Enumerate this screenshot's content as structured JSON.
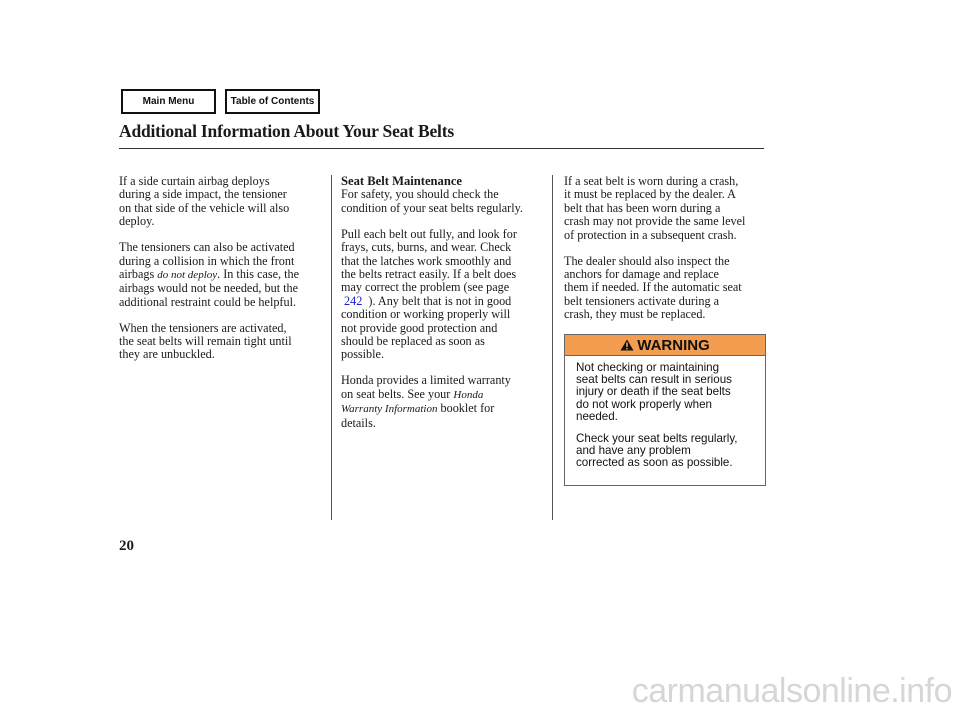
{
  "nav": {
    "main_menu": "Main Menu",
    "toc": "Table of Contents"
  },
  "page_title": "Additional Information About Your Seat Belts",
  "left": {
    "p1": [
      "If a side curtain airbag deploys",
      "during a side impact, the tensioner",
      "on that side of the vehicle will also",
      "deploy."
    ],
    "p2_lines": [
      "The tensioners can also be activated",
      "during a collision in which the front"
    ],
    "p2_pre": "airbags",
    "p2_ital": "do not deploy",
    "p2_post": ". In this case, the",
    "p2_rest": [
      "airbags would not be needed, but the",
      "additional restraint could be helpful."
    ],
    "p3": [
      "When the tensioners are activated,",
      "the seat belts will remain tight until",
      "they are unbuckled."
    ]
  },
  "middle": {
    "heading": "Seat Belt Maintenance",
    "p1": [
      "For safety, you should check the",
      "condition of your seat belts regularly."
    ],
    "p2_lines": [
      "Pull each belt out fully, and look for",
      "frays, cuts, burns, and wear. Check",
      "that the latches work smoothly and",
      "the belts retract easily. If a belt does",
      "may correct the problem (see page"
    ],
    "p2_link": "242",
    "p2_after": [
      "). Any belt that is not in good",
      "condition or working properly will",
      "not provide good protection and",
      "should be replaced as soon as",
      "possible."
    ],
    "p3_lines": [
      "Honda provides a limited warranty"
    ],
    "p3_pre": "on seat belts. See your",
    "p3_ital1": "Honda",
    "p3_ital2": "Warranty Information",
    "p3_post": "booklet for",
    "p3_end": "details."
  },
  "right": {
    "p1": [
      "If a seat belt is worn during a crash,",
      "it must be replaced by the dealer. A",
      "belt that has been worn during a",
      "crash may not provide the same level",
      "of protection in a subsequent crash."
    ],
    "p2": [
      "The dealer should also inspect the",
      "anchors for damage and replace",
      "them if needed. If the automatic seat",
      "belt tensioners activate during a",
      "crash, they must be replaced."
    ]
  },
  "warning": {
    "label": "WARNING",
    "icon": "warning-triangle-icon",
    "p1": [
      "Not checking or maintaining",
      "seat belts can result in serious",
      "injury or death if the seat belts",
      "do not work properly when",
      "needed."
    ],
    "p2": [
      "Check your seat belts regularly,",
      "and have any problem",
      "corrected as soon as possible."
    ],
    "header_color": "#f29d50"
  },
  "page_number": "20",
  "watermark": "carmanualsonline.info"
}
